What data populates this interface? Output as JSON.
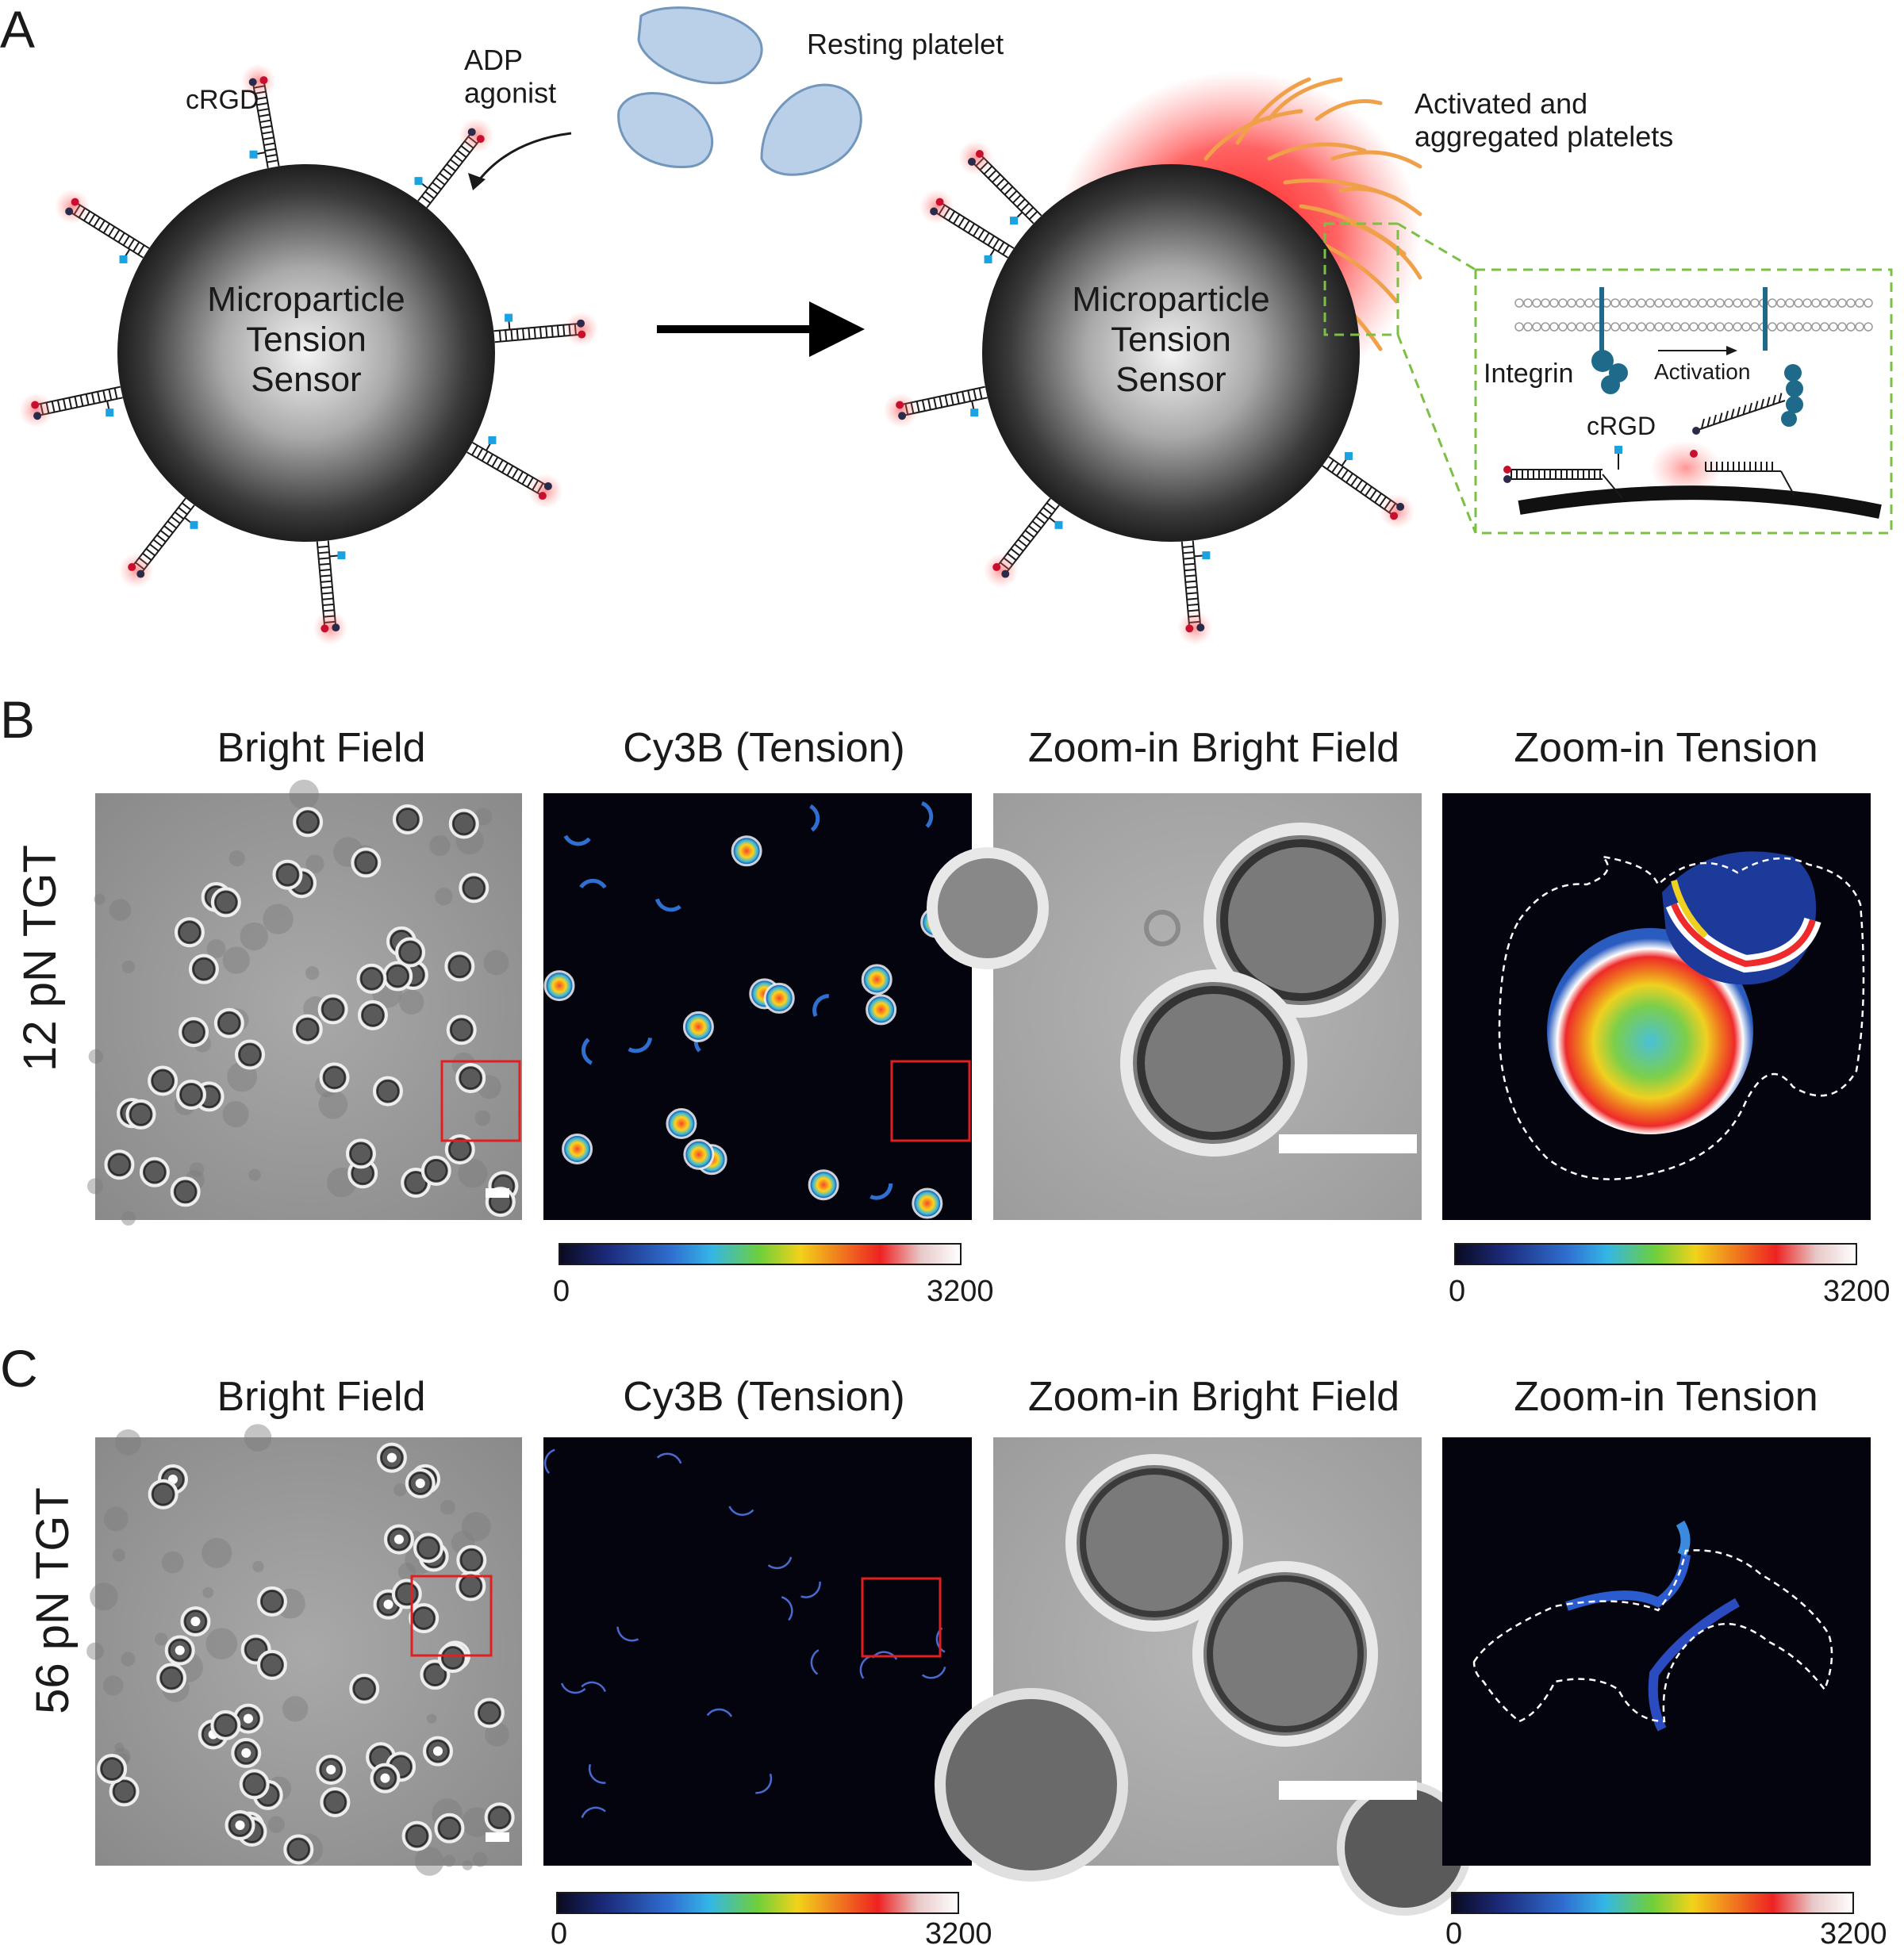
{
  "panels": {
    "a": {
      "letter": "A",
      "crgd_label": "cRGD",
      "agonist_label": "ADP\nagonist",
      "resting_label": "Resting platelet",
      "activated_label": "Activated and\naggregated platelets",
      "sphere_label": "Microparticle\nTension\nSensor",
      "inset": {
        "integrin_label": "Integrin",
        "activation_label": "Activation",
        "crgd_label": "cRGD"
      }
    },
    "b": {
      "letter": "B",
      "row_label": "12 pN TGT"
    },
    "c": {
      "letter": "C",
      "row_label": "56 pN TGT"
    }
  },
  "column_titles": {
    "b": [
      "Bright Field",
      "Cy3B (Tension)",
      "Zoom-in Bright Field",
      "Zoom-in Tension"
    ],
    "c": [
      "Bright Field",
      "Cy3B (Tension)",
      "Zoom-in Bright Field",
      "Zoom-in Tension"
    ]
  },
  "colorbar": {
    "min_label": "0",
    "max_label": "3200",
    "colormap": "jet-to-white"
  },
  "colors": {
    "sphere_dark": "#2a2a2a",
    "highlight_red": "#ff2a2a",
    "inset_border": "#7bc043",
    "roi_box": "#e02020",
    "platelet_blue": "#b8cfe6",
    "activated_orange": "#f2a24a",
    "crgd_cyan": "#1aa3e0"
  }
}
